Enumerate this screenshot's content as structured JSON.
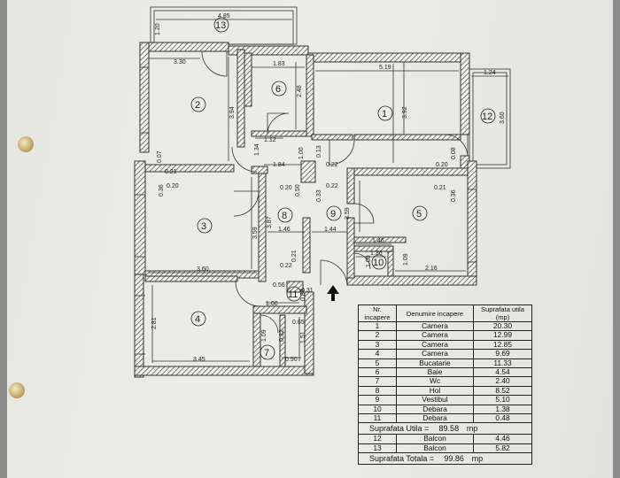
{
  "rooms": [
    {
      "nr": "1",
      "name": "Camera",
      "area": "20.30"
    },
    {
      "nr": "2",
      "name": "Camera",
      "area": "12.99"
    },
    {
      "nr": "3",
      "name": "Camera",
      "area": "12.85"
    },
    {
      "nr": "4",
      "name": "Camera",
      "area": "9.69"
    },
    {
      "nr": "5",
      "name": "Bucatarie",
      "area": "11.33"
    },
    {
      "nr": "6",
      "name": "Baie",
      "area": "4.54"
    },
    {
      "nr": "7",
      "name": "Wc",
      "area": "2.40"
    },
    {
      "nr": "8",
      "name": "Hol",
      "area": "8.52"
    },
    {
      "nr": "9",
      "name": "Vestibul",
      "area": "5.10"
    },
    {
      "nr": "10",
      "name": "Debara",
      "area": "1.38"
    },
    {
      "nr": "11",
      "name": "Debara",
      "area": "0.48"
    }
  ],
  "balconies": [
    {
      "nr": "12",
      "name": "Balcon",
      "area": "4.46"
    },
    {
      "nr": "13",
      "name": "Balcon",
      "area": "5.82"
    }
  ],
  "header": {
    "nr": "Nr. incapere",
    "name": "Denumire incapere",
    "area": "Suprafata utila (mp)"
  },
  "totals": {
    "useful_label": "Suprafata Utila =",
    "useful_value": "89.58",
    "useful_unit": "mp",
    "total_label": "Suprafata Totala =",
    "total_value": "99.86",
    "total_unit": "mp"
  },
  "dimensions": {
    "d_485": "4.85",
    "d_120": "1.20",
    "d_330": "3.30",
    "d_183": "1.83",
    "d_519": "5.19",
    "d_124": "1.24",
    "d_248": "2.48",
    "d_394": "3.94",
    "d_392": "3.92",
    "d_360": "3.60",
    "d_112": "1.12",
    "d_134": "1.34",
    "d_007": "0.07",
    "d_021a": "0.21",
    "d_184": "1.84",
    "d_100a": "1.00",
    "d_013": "0.13",
    "d_022a": "0.22",
    "d_020a": "0.20",
    "d_008": "0.08",
    "d_036a": "0.36",
    "d_020b": "0.20",
    "d_020c": "0.20",
    "d_050": "0.50",
    "d_033": "0.33",
    "d_022b": "0.22",
    "d_021b": "0.21",
    "d_036b": "0.36",
    "d_387": "3.87",
    "d_359a": "3.59",
    "d_146a": "1.46",
    "d_144": "1.44",
    "d_359b": "3.59",
    "d_146b": "1.46",
    "d_136": "1.36",
    "d_100b": "1.00",
    "d_109": "1.09",
    "d_216": "2.16",
    "d_360b": "3.60",
    "d_021c": "0.21",
    "d_022c": "0.22",
    "d_056": "0.56",
    "d_100c": "1.00",
    "d_281": "2.81",
    "d_065": "0.65",
    "d_109b": "1.09",
    "d_032": "0.32",
    "d_151": "1.51",
    "d_345": "3.45",
    "d_090": "0.90",
    "d_031": "0.31",
    "d_087": "0.87"
  }
}
